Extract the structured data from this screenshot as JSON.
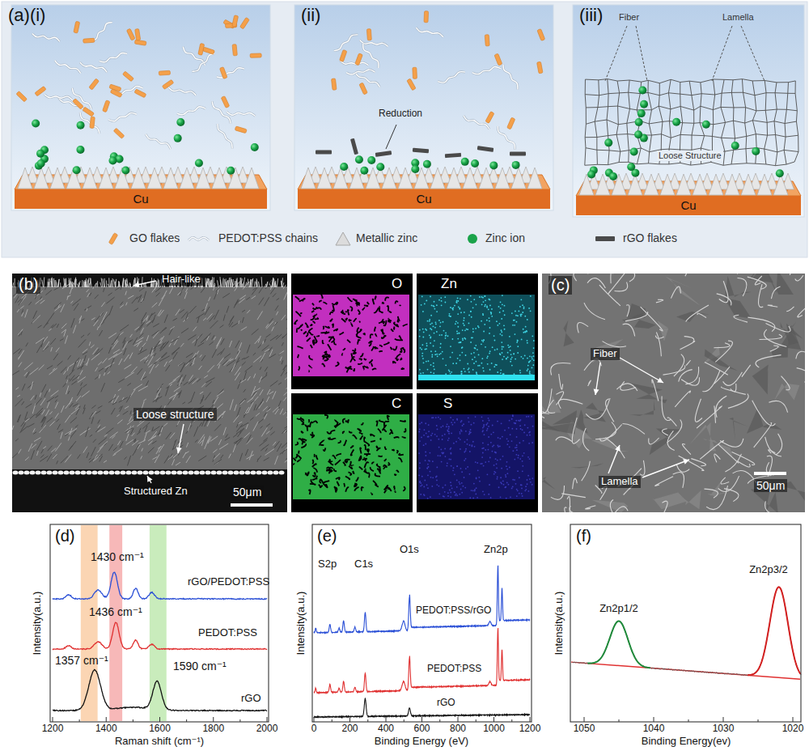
{
  "diagram": {
    "nodes": [
      {
        "text": [
          "Cu"
        ]
      },
      {
        "text": [
          "Cu"
        ]
      },
      {
        "text": [
          "Cu"
        ]
      },
      {
        "text": [
          "(b)",
          "Hair-like",
          "Loose structure",
          "Structured Zn",
          "50μm"
        ]
      },
      {
        "text": [
          "O"
        ]
      },
      {
        "text": [
          "Zn"
        ]
      },
      {
        "text": [
          "C"
        ]
      },
      {
        "text": [
          "S"
        ]
      },
      {
        "text": [
          "(c)",
          "Fiber",
          "Lamella",
          "50μm"
        ]
      }
    ],
    "labels": [
      "(a)(i)",
      "(ii)",
      "(iii)",
      "Reduction",
      "Fiber",
      "Lamella",
      "Loose Structure",
      "(d)",
      "1430 cm⁻¹",
      "rGO/PEDOT:PSS",
      "1436 cm⁻¹",
      "PEDOT:PSS",
      "1357 cm⁻¹",
      "1590 cm⁻¹",
      "rGO",
      "Intensity(a.u.)",
      "Raman shift (cm⁻¹)",
      "1200",
      "1400",
      "1600",
      "1800",
      "2000",
      "(e)",
      "S2p",
      "C1s",
      "O1s",
      "Zn2p",
      "PEDOT:PSS/rGO",
      "PEDOT:PSS",
      "rGO",
      "Intensity(a.u.)",
      "Binding Energy (eV)",
      "0",
      "200",
      "400",
      "600",
      "800",
      "1000",
      "1200",
      "(f)",
      "Zn2p1/2",
      "Zn2p3/2",
      "Intensity(a.u.)",
      "Binding Energy(ev)",
      "1050",
      "1040",
      "1030",
      "1020"
    ],
    "legend": [
      {
        "text": "GO flakes",
        "color": "#f4a04a"
      },
      {
        "text": "PEDOT:PSS chains"
      },
      {
        "text": "Metallic zinc",
        "color": "#dcdcdc"
      },
      {
        "text": "Zinc ion",
        "color": "#1aa34a"
      },
      {
        "text": "rGO flakes",
        "color": "#4a4a4a"
      }
    ]
  }
}
